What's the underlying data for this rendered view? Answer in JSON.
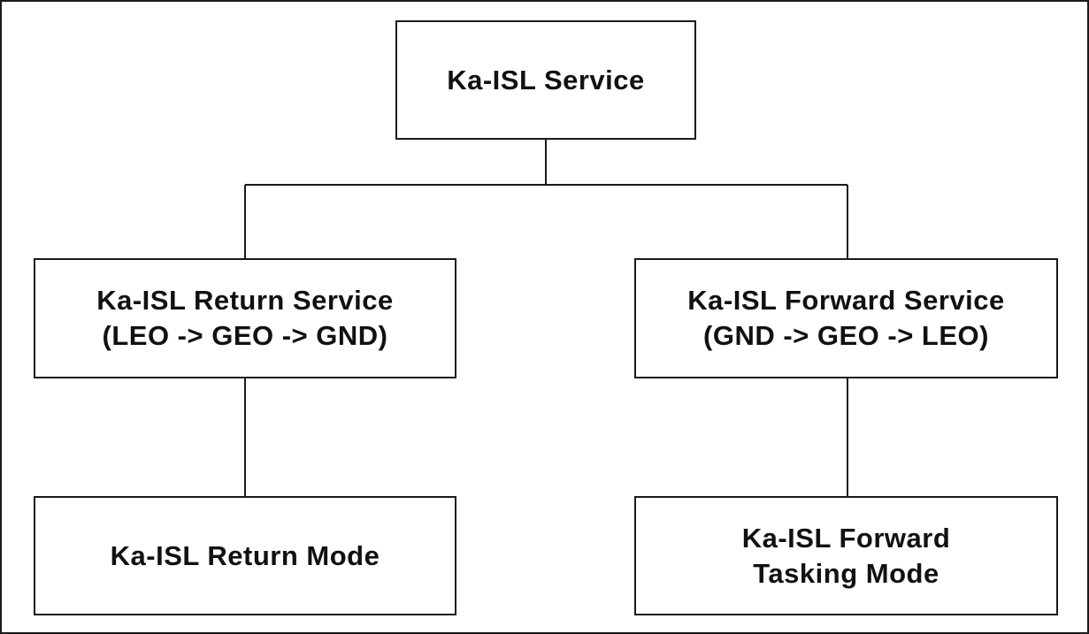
{
  "diagram": {
    "root": {
      "lines": [
        "Ka-ISL Service"
      ]
    },
    "return_service": {
      "lines": [
        "Ka-ISL Return Service",
        "(LEO -> GEO -> GND)"
      ]
    },
    "forward_service": {
      "lines": [
        "Ka-ISL Forward Service",
        "(GND -> GEO -> LEO)"
      ]
    },
    "return_mode": {
      "lines": [
        "Ka-ISL Return Mode"
      ]
    },
    "forward_mode": {
      "lines": [
        "Ka-ISL Forward",
        "Tasking Mode"
      ]
    }
  },
  "colors": {
    "line": "#1a1a1a",
    "text": "#111111",
    "background": "#ffffff"
  }
}
